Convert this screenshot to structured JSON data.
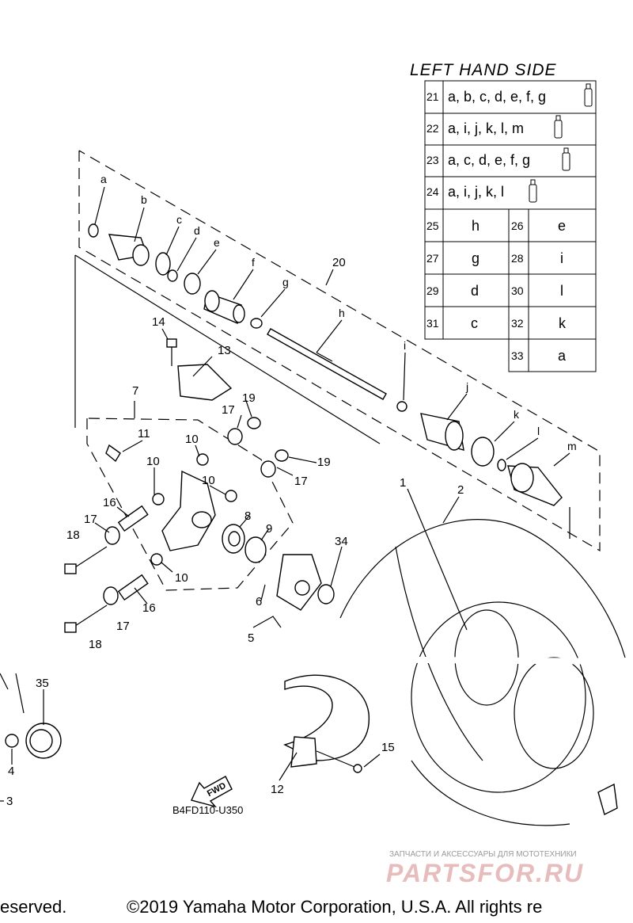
{
  "diagram": {
    "title": "LEFT HAND SIDE",
    "code": "B4FD110-U350",
    "fwd": "FWD",
    "footer_left": "eserved.",
    "footer_main": "©2019 Yamaha Motor Corporation, U.S.A. All rights re",
    "watermark_small": "ЗАПЧАСТИ И АКСЕССУАРЫ ДЛЯ МОТОТЕХНИКИ",
    "watermark_big": "PARTSFOR.RU",
    "letters": {
      "a": "a",
      "b": "b",
      "c": "c",
      "d": "d",
      "e": "e",
      "f": "f",
      "g": "g",
      "h": "h",
      "i": "i",
      "j": "j",
      "k": "k",
      "l": "l",
      "m": "m"
    },
    "callouts": {
      "n1": "1",
      "n2": "2",
      "n3": "3",
      "n4": "4",
      "n5": "5",
      "n6": "6",
      "n7": "7",
      "n8": "8",
      "n9": "9",
      "n10a": "10",
      "n10b": "10",
      "n10c": "10",
      "n10d": "10",
      "n11": "11",
      "n12": "12",
      "n13": "13",
      "n14": "14",
      "n15": "15",
      "n16a": "16",
      "n16b": "16",
      "n17a": "17",
      "n17b": "17",
      "n17c": "17",
      "n17d": "17",
      "n18a": "18",
      "n18b": "18",
      "n19a": "19",
      "n19b": "19",
      "n20": "20",
      "n34": "34",
      "n35": "35"
    },
    "kit_table": {
      "rows": [
        {
          "num": "21",
          "parts": "a, b, c, d, e, f, g"
        },
        {
          "num": "22",
          "parts": "a, i, j, k, l, m"
        },
        {
          "num": "23",
          "parts": "a, c, d, e, f, g"
        },
        {
          "num": "24",
          "parts": "a, i, j, k, l"
        }
      ],
      "pairs": [
        {
          "left_num": "25",
          "left_part": "h",
          "right_num": "26",
          "right_part": "e"
        },
        {
          "left_num": "27",
          "left_part": "g",
          "right_num": "28",
          "right_part": "i"
        },
        {
          "left_num": "29",
          "left_part": "d",
          "right_num": "30",
          "right_part": "l"
        },
        {
          "left_num": "31",
          "left_part": "c",
          "right_num": "32",
          "right_part": "k"
        }
      ],
      "last": {
        "num": "33",
        "part": "a"
      }
    }
  }
}
